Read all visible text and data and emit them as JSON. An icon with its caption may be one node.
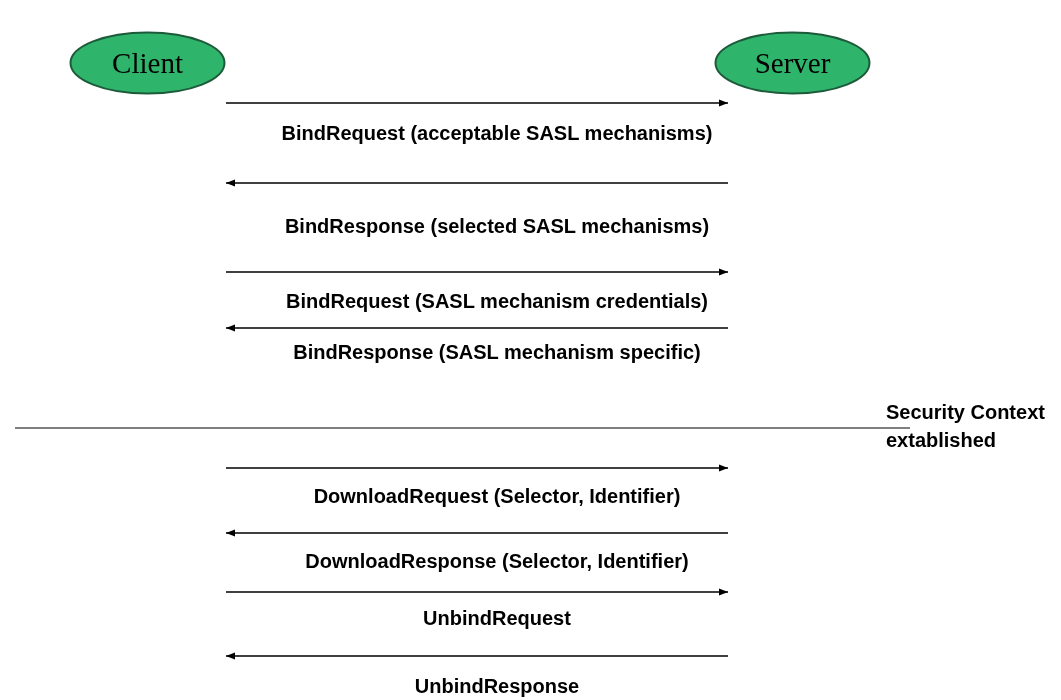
{
  "diagram": {
    "nodes": [
      {
        "text": [
          "Client"
        ]
      },
      {
        "text": [
          "Server"
        ]
      }
    ],
    "edges": [
      {
        "from": 0,
        "to": 1,
        "arrow": "to",
        "label": "BindRequest (acceptable SASL mechanisms)"
      },
      {
        "from": 1,
        "to": 0,
        "arrow": "to",
        "label": "BindResponse (selected SASL mechanisms)"
      },
      {
        "from": 0,
        "to": 1,
        "arrow": "to",
        "label": "BindRequest (SASL mechanism credentials)"
      },
      {
        "from": 1,
        "to": 0,
        "arrow": "to",
        "label": "BindResponse (SASL mechanism specific)"
      },
      {
        "from": 0,
        "to": 1,
        "arrow": "to",
        "label": "DownloadRequest (Selector, Identifier)"
      },
      {
        "from": 1,
        "to": 0,
        "arrow": "to",
        "label": "DownloadResponse (Selector, Identifier)"
      },
      {
        "from": 0,
        "to": 1,
        "arrow": "to",
        "label": "UnbindRequest"
      },
      {
        "from": 1,
        "to": 0,
        "arrow": "to",
        "label": "UnbindResponse"
      }
    ],
    "labels": [
      "Security Context extablished"
    ]
  }
}
